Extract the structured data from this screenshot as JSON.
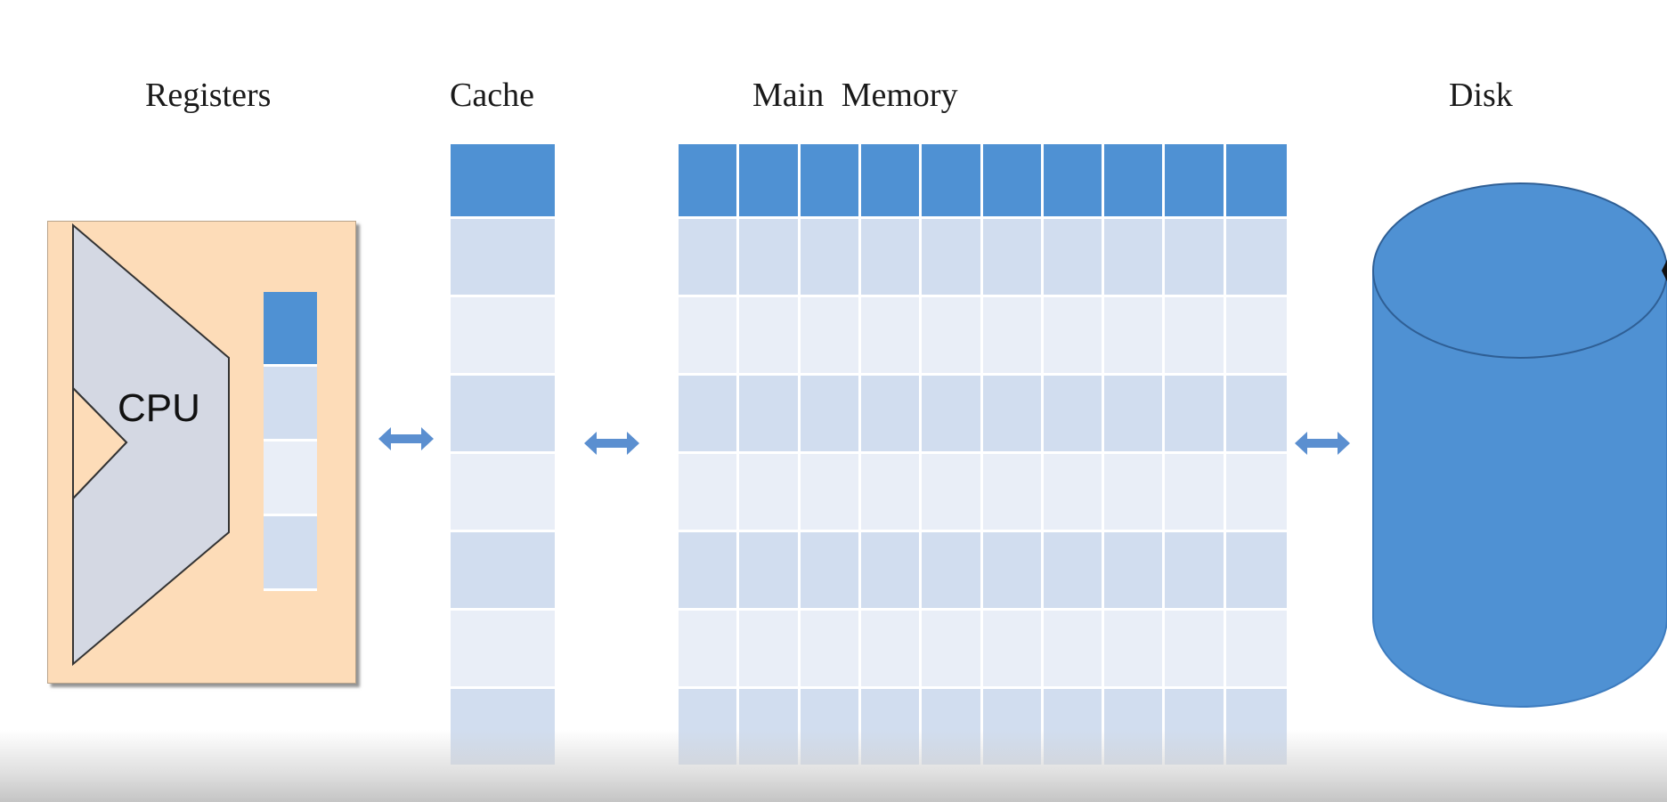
{
  "labels": {
    "registers": "Registers",
    "cache": "Cache",
    "main_memory": "Main Memory",
    "disk": "Disk"
  },
  "cpu": {
    "label": "CPU"
  },
  "colors": {
    "accent_blue": "#4f91d3",
    "light_blue": "#d1ddef",
    "pale_blue": "#e9eef7",
    "cpu_box": "#fddcb8",
    "cpu_shape": "#d4d8e3",
    "arrow": "#5b8fd0"
  },
  "registers": {
    "cells": [
      "filled",
      "light",
      "pale",
      "light"
    ]
  },
  "cache": {
    "cells": [
      "filled",
      "light",
      "pale",
      "light",
      "pale",
      "light",
      "pale",
      "light"
    ]
  },
  "main_memory": {
    "columns": 10,
    "rows": [
      "filled",
      "light",
      "pale",
      "light",
      "pale",
      "light",
      "pale",
      "light"
    ]
  },
  "icons": [
    "double-arrow-icon",
    "disk-cylinder-icon"
  ]
}
